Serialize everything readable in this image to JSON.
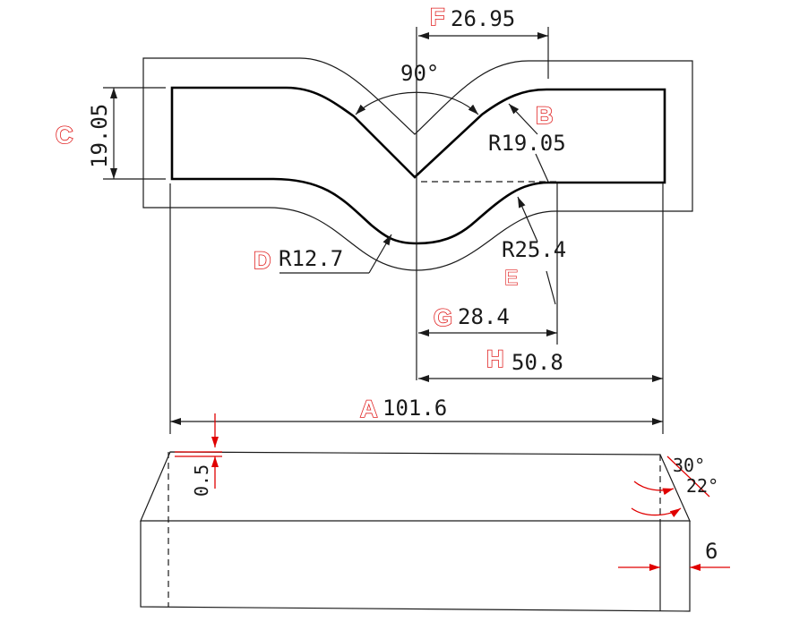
{
  "colors": {
    "line": "#1a1a1a",
    "tag_red": "#e02020",
    "dim_red": "#e00000"
  },
  "top_view": {
    "angle_label": "90°",
    "F": {
      "tag": "F",
      "value": "26.95"
    },
    "B": {
      "tag": "B",
      "value": "R19.05"
    },
    "C": {
      "tag": "C",
      "value": "19.05"
    },
    "D": {
      "tag": "D",
      "value": "R12.7"
    },
    "E": {
      "tag": "E",
      "value": "R25.4"
    },
    "G": {
      "tag": "G",
      "value": "28.4"
    },
    "H": {
      "tag": "H",
      "value": "50.8"
    },
    "A": {
      "tag": "A",
      "value": "101.6"
    }
  },
  "side_view": {
    "height_value": "0.5",
    "angle_upper": "30°",
    "angle_lower": "22°",
    "offset_value": "6"
  }
}
